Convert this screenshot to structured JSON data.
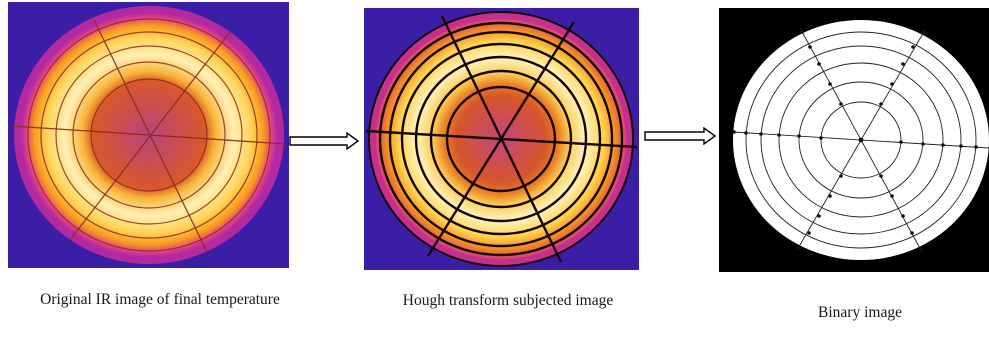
{
  "captions": {
    "original": "Original IR image of final temperature",
    "hough": "Hough transform subjected image",
    "binary": "Binary image"
  },
  "colors": {
    "ir_background": "#3a1fa6",
    "ir_outer_ring": "#d6307e",
    "ir_hot": "#fff2b0",
    "ir_orange": "#f7a51e",
    "ir_center": "#d54a2a",
    "binary_background": "#000000",
    "binary_disc": "#ffffff",
    "line_dark": "#2a1010",
    "arrow": "#000000"
  },
  "panels": [
    {
      "name": "original-ir-image",
      "rings": 5,
      "spokes": 3
    },
    {
      "name": "hough-transform-image",
      "rings": 6,
      "spokes": 3
    },
    {
      "name": "binary-image",
      "rings": 5,
      "spokes": 3
    }
  ]
}
